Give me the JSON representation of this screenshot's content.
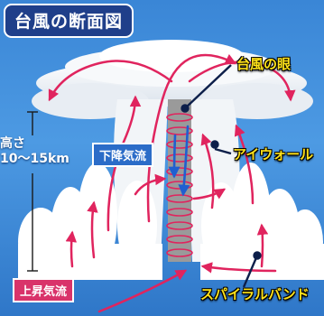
{
  "title": "台風の断面図",
  "labels": {
    "eye": "台風の眼",
    "eyewall": "アイウォール",
    "spiral_band": "スパイラルバンド",
    "downdraft": "下降気流",
    "updraft": "上昇気流",
    "height_line1": "高さ",
    "height_line2": "10～15km"
  },
  "colors": {
    "background": "#3a86d6",
    "title_bg": "#1f3f8a",
    "callout_text": "#ffe21a",
    "callout_line": "#0d1f4a",
    "arrow_red": "#e0245e",
    "arrow_blue": "#1f5fd0",
    "downdraft_bg": "#2b6cc8",
    "updraft_bg": "#d9336a",
    "eye_column": "#9a9a9a",
    "cloud": "#ffffff"
  }
}
